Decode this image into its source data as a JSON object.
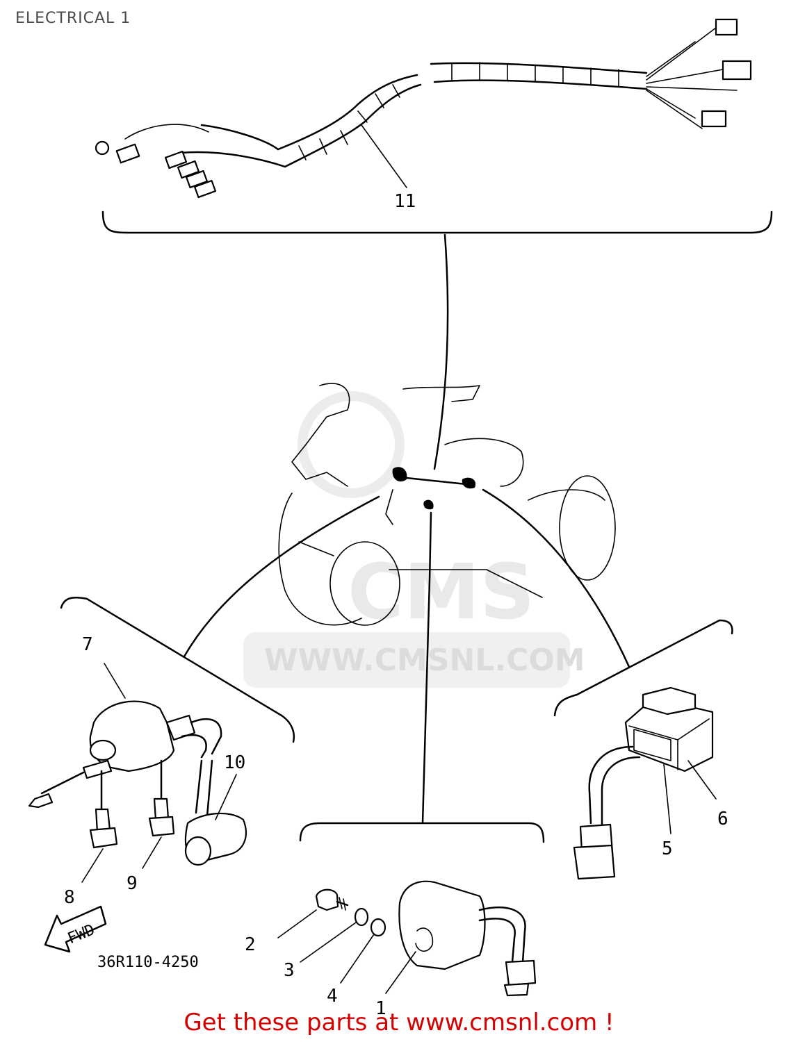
{
  "title": "ELECTRICAL 1",
  "diagram_code": "36R110-4250",
  "fwd_label": "FWD",
  "watermark": {
    "logo": "CMS",
    "url": "WWW.CMSNL.COM"
  },
  "footer": "Get these parts at www.cmsnl.com !",
  "callouts": [
    "2",
    "3",
    "4",
    "1",
    "5",
    "6",
    "7",
    "8",
    "9",
    "10",
    "11"
  ],
  "colors": {
    "footer": "#d40000",
    "title": "#4a4a4a",
    "watermark": "#e9e9e9"
  }
}
